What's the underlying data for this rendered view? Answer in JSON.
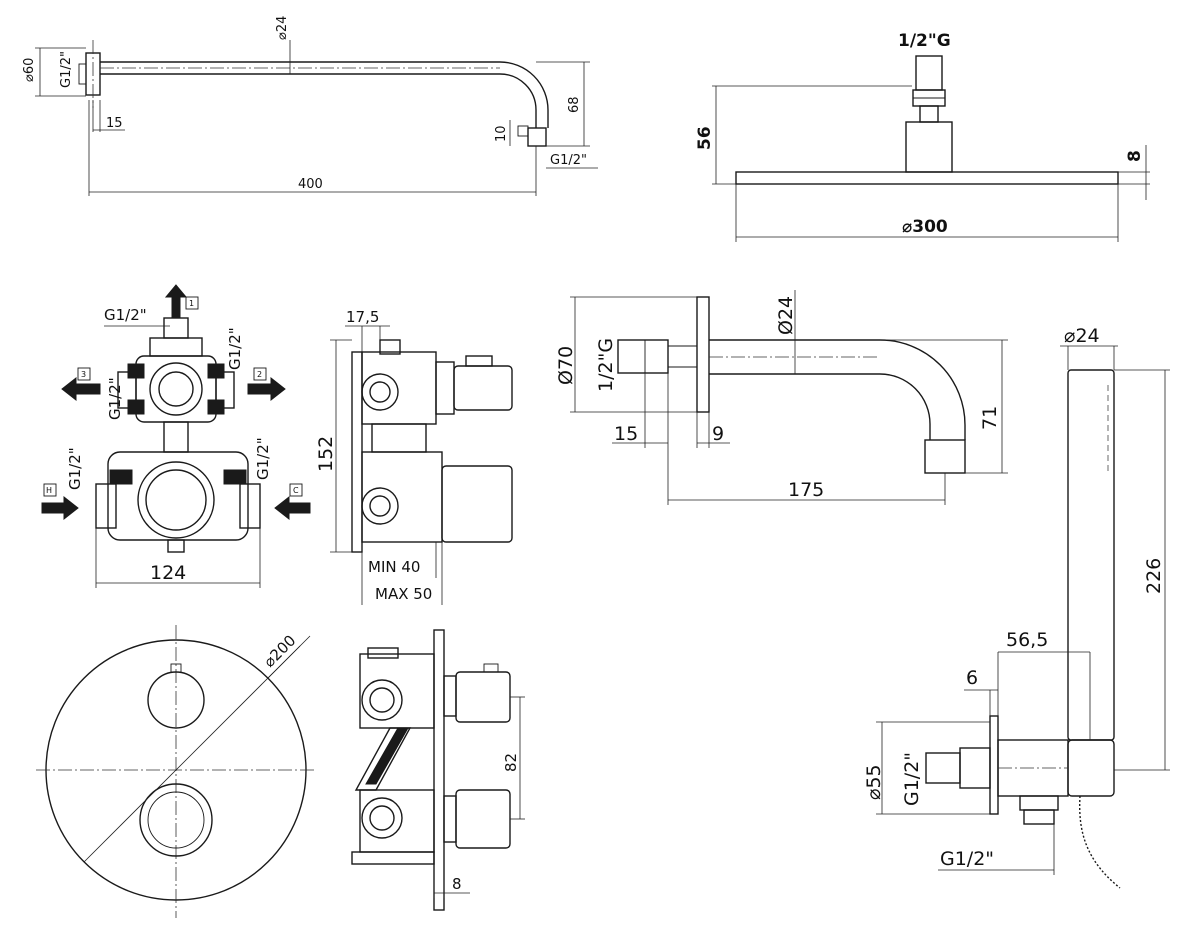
{
  "shower_arm": {
    "flange_dia": "⌀60",
    "thread_inlet": "G1/2\"",
    "tube_dia": "⌀24",
    "depth": "15",
    "drop": "68",
    "outlet_len": "10",
    "thread_outlet": "G1/2\"",
    "length": "400"
  },
  "shower_head": {
    "thread": "1/2\"G",
    "height": "56",
    "thickness": "8",
    "diameter": "⌀300"
  },
  "spout": {
    "flange_dia": "Ø70",
    "thread": "1/2\"G",
    "tube_dia": "Ø24",
    "depth": "15",
    "flange_thk": "9",
    "height": "71",
    "projection": "175"
  },
  "mixer_front": {
    "thread_top": "G1/2\"",
    "thread_right": "G1/2\"",
    "thread_left": "G1/2\"",
    "thread_lower_left": "G1/2\"",
    "thread_lower_right": "G1/2\"",
    "width": "124",
    "port_top": "1",
    "port_left": "3",
    "port_right": "2",
    "port_hot": "H",
    "port_cold": "C"
  },
  "mixer_side": {
    "offset": "17,5",
    "height": "152",
    "min_depth": "MIN 40",
    "max_depth": "MAX 50"
  },
  "plate_front": {
    "diameter": "⌀200"
  },
  "plate_side": {
    "spacing": "82",
    "plate_thk": "8"
  },
  "hand_shower": {
    "hose_dia": "⌀24",
    "length": "226",
    "offset": "56,5",
    "flange_thk": "6",
    "flange_dia": "⌀55",
    "thread_inlet": "G1/2\"",
    "thread_outlet": "G1/2\""
  }
}
